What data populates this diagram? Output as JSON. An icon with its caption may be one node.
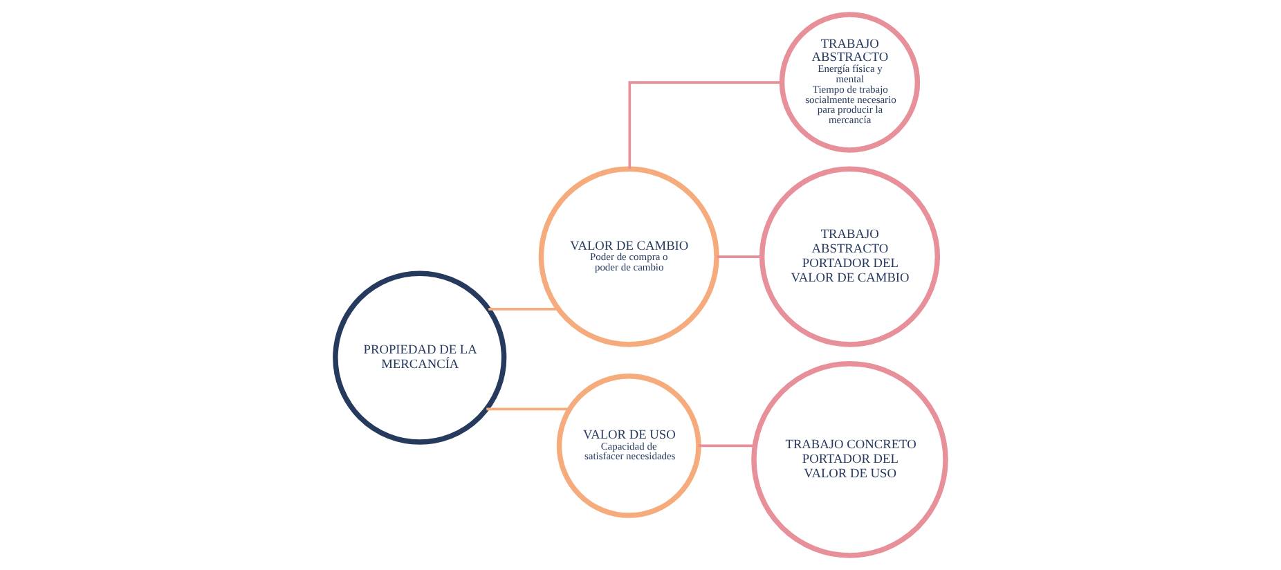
{
  "diagram": {
    "nodes": [
      {
        "text": [
          "PROPIEDAD DE LA MERCANCÍA"
        ]
      },
      {
        "text": [
          "VALOR DE CAMBIO",
          "Poder de compra o poder de cambio"
        ]
      },
      {
        "text": [
          "VALOR DE USO",
          "Capacidad de satisfacer necesidades"
        ]
      },
      {
        "text": [
          "TRABAJO ABSTRACTO",
          "Energía física y mental",
          "Tiempo de trabajo socialmente necesario para producir la mercancía"
        ]
      },
      {
        "text": [
          "TRABAJO ABSTRACTO PORTADOR DEL VALOR DE CAMBIO"
        ]
      },
      {
        "text": [
          "TRABAJO CONCRETO PORTADOR DEL VALOR DE USO"
        ]
      }
    ],
    "edges": [
      {
        "from": 0,
        "to": 1,
        "arrow": "none",
        "color": "#f6ab7c"
      },
      {
        "from": 0,
        "to": 2,
        "arrow": "none",
        "color": "#f6ab7c"
      },
      {
        "from": 1,
        "to": 3,
        "arrow": "none"
      },
      {
        "from": 1,
        "to": 4,
        "arrow": "none"
      },
      {
        "from": 2,
        "to": 5,
        "arrow": "none"
      }
    ]
  }
}
